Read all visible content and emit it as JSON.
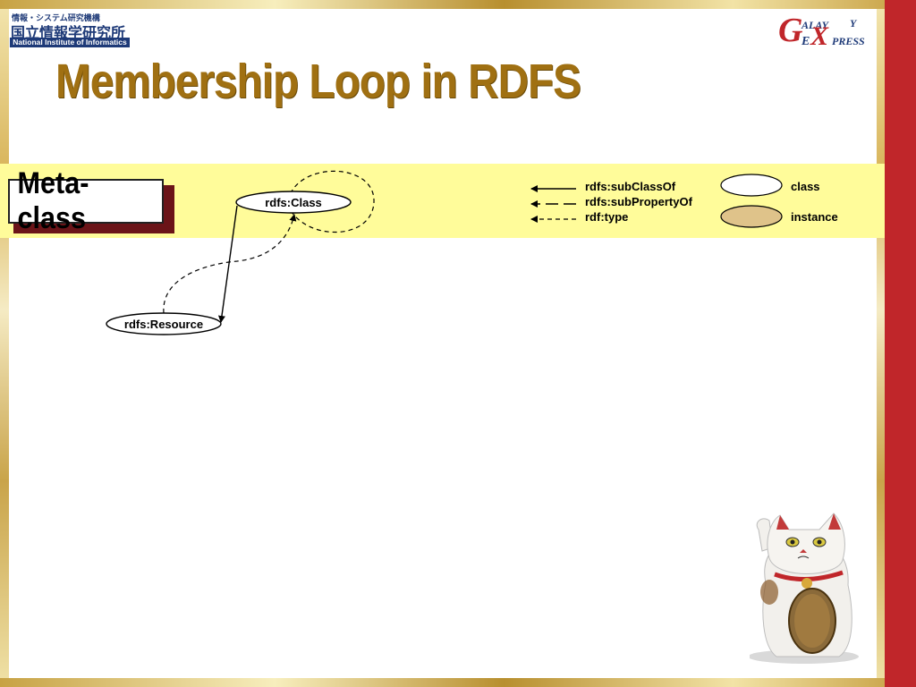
{
  "header": {
    "org_top": "情報・システム研究機構",
    "org_main": "国立情報学研究所",
    "org_english": "National Institute of Informatics",
    "title": "Membership Loop in RDFS"
  },
  "logo": {
    "g": "G",
    "alay": "ALAY",
    "y": "Y",
    "e": "E",
    "x": "X",
    "press": "PRESS"
  },
  "box": {
    "label": "Meta-class"
  },
  "diagram": {
    "nodes": {
      "class_node": "rdfs:Class",
      "resource_node": "rdfs:Resource"
    },
    "legend": {
      "subclass": "rdfs:subClassOf",
      "subproperty": "rdfs:subPropertyOf",
      "type": "rdf:type",
      "class": "class",
      "instance": "instance"
    }
  },
  "colors": {
    "title": "#a07012",
    "band": "#fffc9a",
    "red_bar": "#c0262a",
    "instance_fill": "#dfc38a",
    "nii_blue": "#1e3a78"
  },
  "icons": [
    "maneki-neko-image",
    "galaxy-express-logo",
    "nii-logo"
  ]
}
